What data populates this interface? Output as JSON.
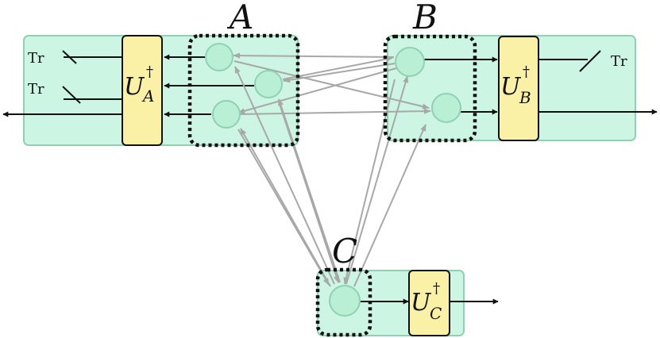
{
  "subsystems": {
    "A": {
      "label": "A",
      "unitary": {
        "symbol": "U",
        "dagger": "†",
        "subscript": "A"
      }
    },
    "B": {
      "label": "B",
      "unitary": {
        "symbol": "U",
        "dagger": "†",
        "subscript": "B"
      }
    },
    "C": {
      "label": "C",
      "unitary": {
        "symbol": "U",
        "dagger": "†",
        "subscript": "C"
      }
    }
  },
  "trace_labels": {
    "a1": "Tr",
    "a2": "Tr",
    "b1": "Tr"
  },
  "colors": {
    "panel": "#cdf5e3",
    "node": "#b9efd5",
    "unitary": "#fbf1a6",
    "connector": "#a8a8a8",
    "wire": "#111111"
  }
}
